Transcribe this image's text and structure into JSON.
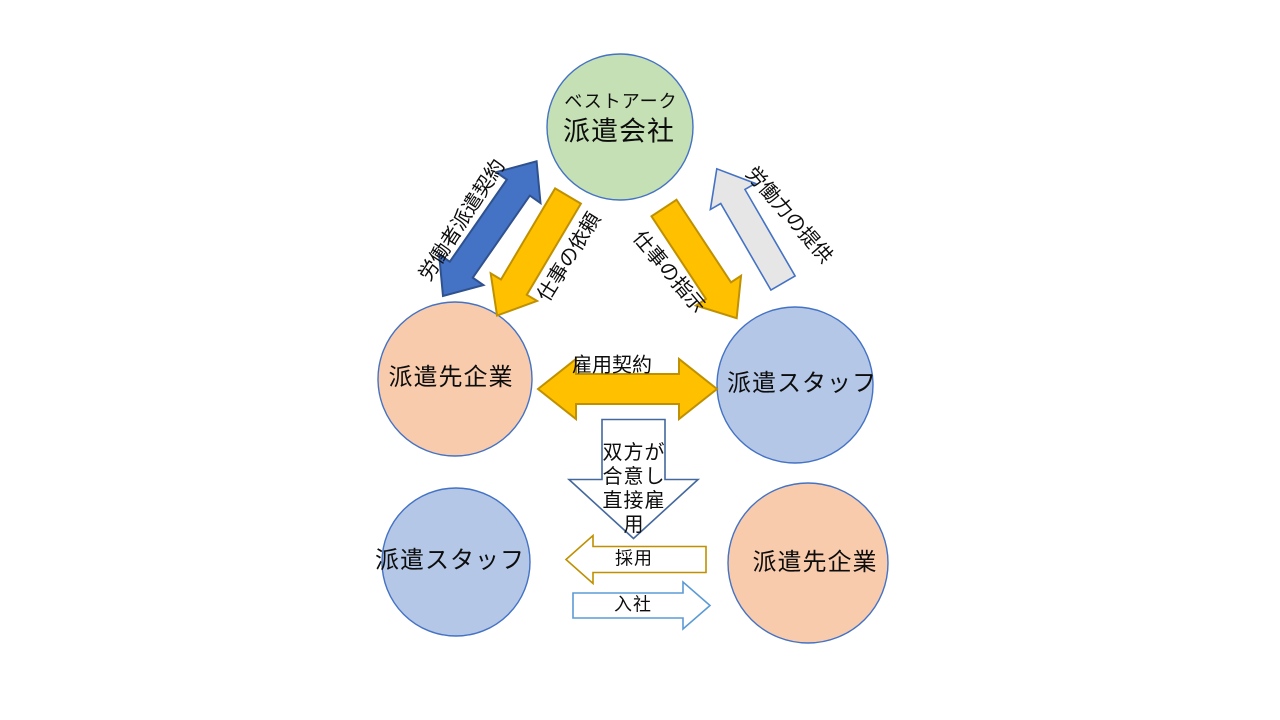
{
  "diagram": {
    "description_hidden": "",
    "nodes": {
      "agency": {
        "company": "ベストアーク",
        "label": "派遣会社"
      },
      "client_mid": {
        "label": "派遣先企業"
      },
      "staff_mid": {
        "label": "派遣スタッフ"
      },
      "staff_bottom": {
        "label": "派遣スタッフ"
      },
      "client_bottom": {
        "label": "派遣先企業"
      }
    },
    "arrows": {
      "worker_dispatch_contract": {
        "label": "労働者派遣契約"
      },
      "job_request": {
        "label": "仕事の依頼"
      },
      "work_instruction": {
        "label": "仕事の指示"
      },
      "labor_provision": {
        "label": "労働力の提供"
      },
      "employment_contract": {
        "label": "雇用契約"
      },
      "direct_hire": {
        "label": "双方が合意し直接雇用",
        "lines": [
          "双方が",
          "合意し",
          "直接雇",
          "用"
        ]
      },
      "hire": {
        "label": "採用"
      },
      "join": {
        "label": "入社"
      }
    }
  },
  "colors": {
    "background": "#FFFFFF",
    "text": "#0D0D0D",
    "node_border": "#4472C4",
    "agency_fill": "#C5E0B4",
    "client_fill": "#F8CBAD",
    "staff_fill": "#B4C7E7",
    "blue_arrow_fill": "#4472C4",
    "blue_arrow_border": "#2F528F",
    "yellow_arrow_fill": "#FFC000",
    "yellow_arrow_border": "#BF9000",
    "gray_arrow_fill": "#E7E6E6",
    "gray_arrow_border": "#4472C4",
    "white_fill": "#FFFFFF",
    "down_arrow_border": "#44689E",
    "hire_arrow_border": "#BF9000",
    "join_arrow_border": "#5B9BD5"
  }
}
